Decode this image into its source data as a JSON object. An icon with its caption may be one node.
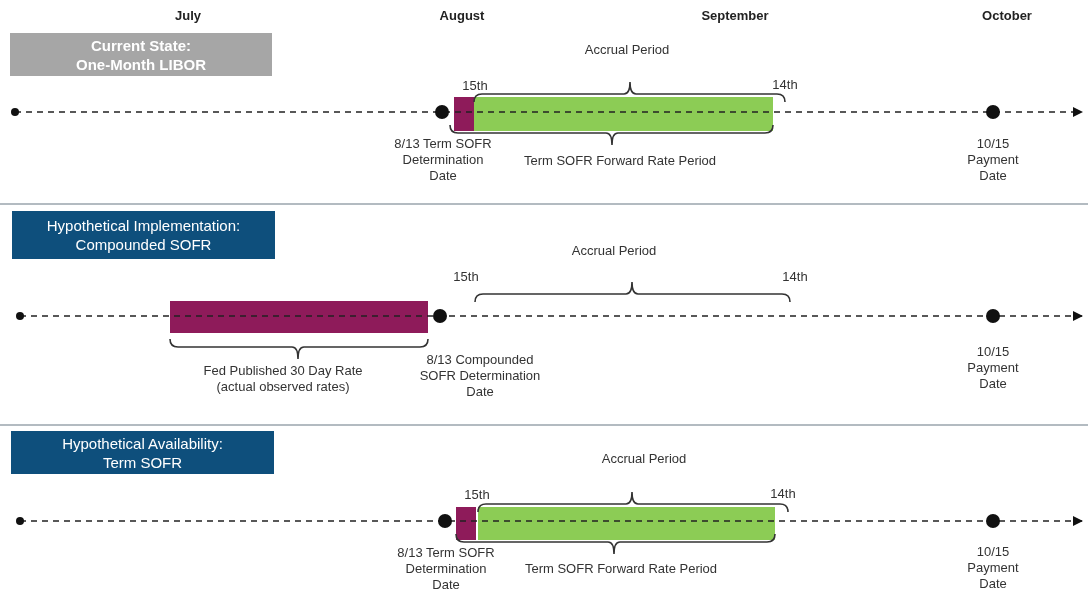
{
  "diagram": {
    "nodes": [
      {
        "text": [
          "Current State: One-Month LIBOR"
        ]
      },
      {
        "text": [],
        "shape": "bar"
      },
      {
        "text": [],
        "shape": "bar"
      },
      {
        "text": [
          "Hypothetical Implementation: Compounded SOFR"
        ]
      },
      {
        "text": [],
        "shape": "bar"
      },
      {
        "text": [
          "Hypothetical Availability: Term SOFR"
        ]
      },
      {
        "text": [],
        "shape": "bar"
      },
      {
        "text": [],
        "shape": "bar"
      }
    ],
    "labels": [
      "July",
      "August",
      "September",
      "October",
      "Accrual Period",
      "15th",
      "14th",
      "8/13 Term SOFR Determination Date",
      "Term SOFR Forward Rate Period",
      "10/15 Payment Date",
      "Accrual Period",
      "15th",
      "14th",
      "8/13 Compounded SOFR Determination Date",
      "Fed Published 30 Day Rate (actual observed rates)",
      "10/15 Payment Date",
      "Accrual Period",
      "15th",
      "14th",
      "8/13 Term SOFR Determination Date",
      "Term SOFR Forward Rate Period",
      "10/15 Payment Date"
    ]
  }
}
